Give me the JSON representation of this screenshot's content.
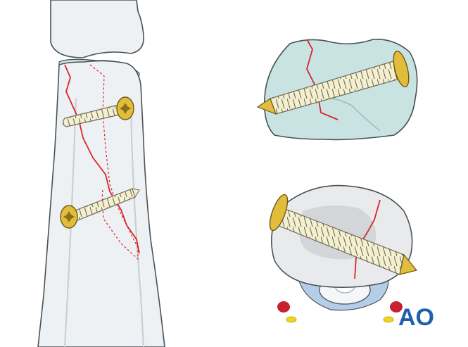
{
  "logo": {
    "text": "AO",
    "color": "#1f5fb0"
  },
  "colors": {
    "bone_fill": "#eef1f3",
    "bone_outline": "#4a5257",
    "cartilage": "#c9e3e3",
    "fracture_line": "#d7262b",
    "screw_thread": "#f4efcf",
    "screw_head": "#e2bd3c",
    "flexor_sheath": "#b6cde9",
    "nerve_dot": "#c8202f",
    "artery_dot": "#f0d51a"
  },
  "views": [
    {
      "name": "longitudinal-view",
      "screws": 2
    },
    {
      "name": "axial-view-proximal",
      "screws": 1
    },
    {
      "name": "axial-view-distal",
      "screws": 1
    }
  ]
}
